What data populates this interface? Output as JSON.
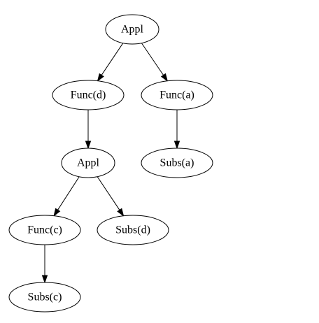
{
  "nodes": [
    {
      "id": "appl-root",
      "label": "Appl"
    },
    {
      "id": "func-d",
      "label": "Func(d)"
    },
    {
      "id": "func-a",
      "label": "Func(a)"
    },
    {
      "id": "appl-inner",
      "label": "Appl"
    },
    {
      "id": "subs-a",
      "label": "Subs(a)"
    },
    {
      "id": "func-c",
      "label": "Func(c)"
    },
    {
      "id": "subs-d",
      "label": "Subs(d)"
    },
    {
      "id": "subs-c",
      "label": "Subs(c)"
    }
  ],
  "edges": [
    {
      "from": "appl-root",
      "to": "func-d"
    },
    {
      "from": "appl-root",
      "to": "func-a"
    },
    {
      "from": "func-d",
      "to": "appl-inner"
    },
    {
      "from": "func-a",
      "to": "subs-a"
    },
    {
      "from": "appl-inner",
      "to": "func-c"
    },
    {
      "from": "appl-inner",
      "to": "subs-d"
    },
    {
      "from": "func-c",
      "to": "subs-c"
    }
  ]
}
